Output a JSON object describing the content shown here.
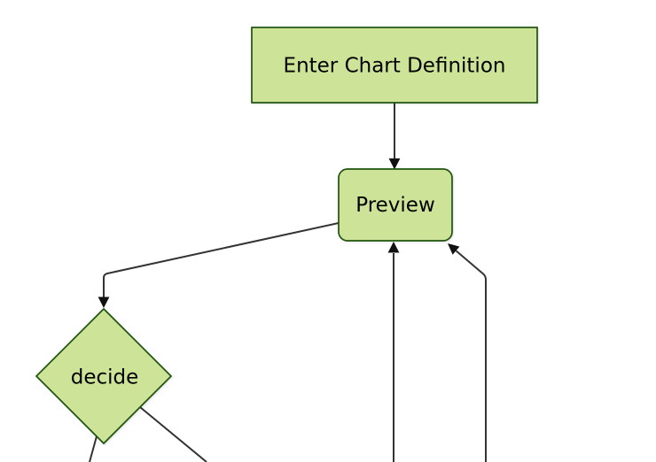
{
  "diagram": {
    "type": "flowchart",
    "direction": "top-down",
    "background_color": "#ffffff",
    "node_fill": "#cde498",
    "node_border_color": "#1f5310",
    "edge_color": "#333333",
    "arrowhead_color": "#111111",
    "label_color": "#000000",
    "nodes": [
      {
        "id": "enter-chart-definition",
        "label": "Enter Chart Definition",
        "shape": "rectangle"
      },
      {
        "id": "preview",
        "label": "Preview",
        "shape": "rounded-rectangle"
      },
      {
        "id": "decide",
        "label": "decide",
        "shape": "diamond"
      }
    ],
    "edges": [
      {
        "from": "enter-chart-definition",
        "to": "preview",
        "arrowhead": true
      },
      {
        "from": "preview",
        "to": "decide",
        "arrowhead": true
      },
      {
        "from": "decide",
        "to": "offscreen-bottom-left",
        "arrowhead": false
      },
      {
        "from": "decide",
        "to": "offscreen-bottom-right",
        "arrowhead": false
      },
      {
        "from": "offscreen-bottom-center",
        "to": "preview",
        "arrowhead": true
      },
      {
        "from": "offscreen-bottom-right",
        "to": "preview",
        "arrowhead": true
      }
    ]
  }
}
